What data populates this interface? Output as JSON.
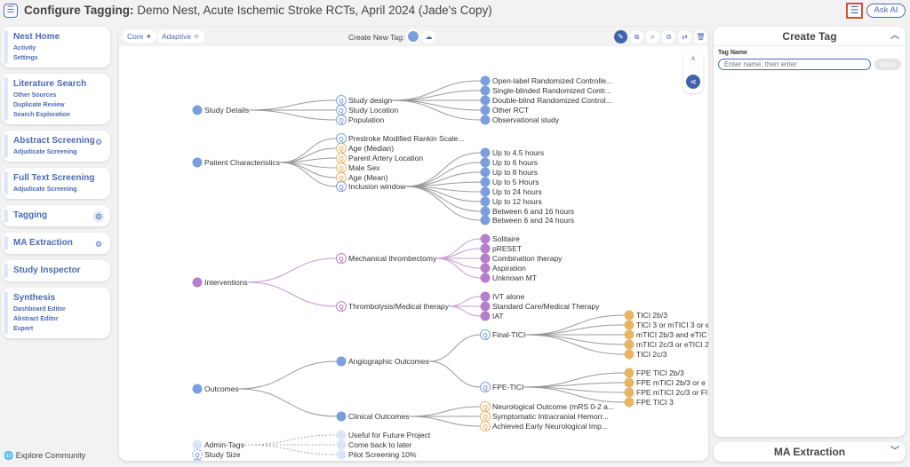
{
  "header": {
    "title_bold": "Configure Tagging:",
    "title_rest": " Demo Nest, Acute Ischemic Stroke RCTs, April 2024 (Jade's Copy)",
    "ask_ai": "Ask AI"
  },
  "sidebar": [
    {
      "title": "Nest Home",
      "subs": [
        "Activity",
        "Settings"
      ]
    },
    {
      "title": "Literature Search",
      "subs": [
        "Other Sources",
        "Duplicate Review",
        "Search Exploration"
      ]
    },
    {
      "title": "Abstract Screening",
      "subs": [
        "Adjudicate Screening"
      ],
      "gear": true
    },
    {
      "title": "Full Text Screening",
      "subs": [
        "Adjudicate Screening"
      ]
    },
    {
      "title": "Tagging",
      "subs": [],
      "gear": true,
      "active": true
    },
    {
      "title": "MA Extraction",
      "subs": [],
      "gear": true
    },
    {
      "title": "Study Inspector",
      "subs": []
    },
    {
      "title": "Synthesis",
      "subs": [
        "Dashboard Editor",
        "Abstract Editor",
        "Export"
      ]
    }
  ],
  "explore": "Explore Community",
  "toolbar": {
    "core": "Core",
    "adaptive": "Adaptive",
    "create_new_tag": "Create New Tag:",
    "icons": [
      "edit-icon",
      "copy-icon",
      "search-icon",
      "hide-icon",
      "swap-icon",
      "trash-icon"
    ]
  },
  "colors": {
    "blue": "#7b9fdc",
    "purple": "#b77fc9",
    "orange": "#e8b565",
    "light": "#dce6f7",
    "accent": "#4a6bb5"
  },
  "tree": [
    {
      "label": "Study Details",
      "kind": "tag",
      "color": "blue"
    },
    {
      "label": "Study design",
      "kind": "q",
      "color": "blue",
      "parent": 0
    },
    {
      "label": "Study Location",
      "kind": "q",
      "color": "blue",
      "parent": 0
    },
    {
      "label": "Population",
      "kind": "q",
      "color": "blue",
      "parent": 0
    },
    {
      "label": "Open-label Randomized Controlle...",
      "kind": "tag",
      "color": "blue",
      "parent": 1
    },
    {
      "label": "Single-blinded Randomized Contr...",
      "kind": "tag",
      "color": "blue",
      "parent": 1
    },
    {
      "label": "Double-blind Randomized Control...",
      "kind": "tag",
      "color": "blue",
      "parent": 1
    },
    {
      "label": "Other RCT",
      "kind": "tag",
      "color": "blue",
      "parent": 1
    },
    {
      "label": "Observational study",
      "kind": "tag",
      "color": "blue",
      "parent": 1
    },
    {
      "label": "Patient Characteristics",
      "kind": "tag",
      "color": "blue"
    },
    {
      "label": "Prestroke Modified Rankin Scale...",
      "kind": "q",
      "color": "blue",
      "parent": 9
    },
    {
      "label": "Age (Median)",
      "kind": "q",
      "color": "orange",
      "parent": 9
    },
    {
      "label": "Parent Artery Location",
      "kind": "q",
      "color": "orange",
      "parent": 9
    },
    {
      "label": "Male Sex",
      "kind": "q",
      "color": "orange",
      "parent": 9
    },
    {
      "label": "Age (Mean)",
      "kind": "q",
      "color": "orange",
      "parent": 9
    },
    {
      "label": "Inclusion window",
      "kind": "q",
      "color": "blue",
      "parent": 9
    },
    {
      "label": "Up to 4.5 hours",
      "kind": "tag",
      "color": "blue",
      "parent": 15
    },
    {
      "label": "Up to 6 hours",
      "kind": "tag",
      "color": "blue",
      "parent": 15
    },
    {
      "label": "Up to 8 hours",
      "kind": "tag",
      "color": "blue",
      "parent": 15
    },
    {
      "label": "Up to 5 Hours",
      "kind": "tag",
      "color": "blue",
      "parent": 15
    },
    {
      "label": "Up to 24 hours",
      "kind": "tag",
      "color": "blue",
      "parent": 15
    },
    {
      "label": "Up to 12 hours",
      "kind": "tag",
      "color": "blue",
      "parent": 15
    },
    {
      "label": "Between 6 and 16 hours",
      "kind": "tag",
      "color": "blue",
      "parent": 15
    },
    {
      "label": "Between 6 and 24 hours",
      "kind": "tag",
      "color": "blue",
      "parent": 15
    },
    {
      "label": "Interventions",
      "kind": "tag",
      "color": "purple"
    },
    {
      "label": "Mechanical thrombectomy",
      "kind": "q",
      "color": "purple",
      "parent": 24
    },
    {
      "label": "Solitaire",
      "kind": "tag",
      "color": "purple",
      "parent": 25
    },
    {
      "label": "pRESET",
      "kind": "tag",
      "color": "purple",
      "parent": 25
    },
    {
      "label": "Combination therapy",
      "kind": "tag",
      "color": "purple",
      "parent": 25
    },
    {
      "label": "Aspiration",
      "kind": "tag",
      "color": "purple",
      "parent": 25
    },
    {
      "label": "Unknown MT",
      "kind": "tag",
      "color": "purple",
      "parent": 25
    },
    {
      "label": "Thrombolysis/Medical therapy",
      "kind": "q",
      "color": "purple",
      "parent": 24
    },
    {
      "label": "IVT alone",
      "kind": "tag",
      "color": "purple",
      "parent": 31
    },
    {
      "label": "Standard Care/Medical Therapy",
      "kind": "tag",
      "color": "purple",
      "parent": 31
    },
    {
      "label": "IAT",
      "kind": "tag",
      "color": "purple",
      "parent": 31
    },
    {
      "label": "Outcomes",
      "kind": "tag",
      "color": "blue"
    },
    {
      "label": "Angiographic Outcomes",
      "kind": "tag",
      "color": "blue",
      "parent": 35
    },
    {
      "label": "Final-TICI",
      "kind": "q",
      "color": "blue",
      "parent": 36
    },
    {
      "label": "TICI 2b/3",
      "kind": "tag",
      "color": "orange",
      "parent": 37
    },
    {
      "label": "TICI 3 or mTICI 3 or e",
      "kind": "tag",
      "color": "orange",
      "parent": 37
    },
    {
      "label": "mTICI 2b/3 and eTIC",
      "kind": "tag",
      "color": "orange",
      "parent": 37
    },
    {
      "label": "mTICI 2c/3 or eTICI 2",
      "kind": "tag",
      "color": "orange",
      "parent": 37
    },
    {
      "label": "TICI 2c/3",
      "kind": "tag",
      "color": "orange",
      "parent": 37
    },
    {
      "label": "FPE-TICI",
      "kind": "q",
      "color": "blue",
      "parent": 36
    },
    {
      "label": "FPE TICI 2b/3",
      "kind": "tag",
      "color": "orange",
      "parent": 43
    },
    {
      "label": "FPE mTICI 2b/3 or e",
      "kind": "tag",
      "color": "orange",
      "parent": 43
    },
    {
      "label": "FPE mTICI 2c/3 or FI",
      "kind": "tag",
      "color": "orange",
      "parent": 43
    },
    {
      "label": "FPE TICI 3",
      "kind": "tag",
      "color": "orange",
      "parent": 43
    },
    {
      "label": "Clinical Outcomes",
      "kind": "tag",
      "color": "blue",
      "parent": 35
    },
    {
      "label": "Neurological Outcome (mRS 0-2 a...",
      "kind": "q",
      "color": "orange",
      "parent": 48
    },
    {
      "label": "Symptomatic Intracranial Hemorr...",
      "kind": "q",
      "color": "orange",
      "parent": 48
    },
    {
      "label": "Achieved Early Neurological Imp...",
      "kind": "q",
      "color": "orange",
      "parent": 48
    },
    {
      "label": "Admin-Tags",
      "kind": "tag",
      "color": "light"
    },
    {
      "label": "Useful for Future Project",
      "kind": "tag",
      "color": "light",
      "parent": 52
    },
    {
      "label": "Come back to later",
      "kind": "tag",
      "color": "light",
      "parent": 52
    },
    {
      "label": "Pilot Screening 10%",
      "kind": "tag",
      "color": "light",
      "parent": 52
    },
    {
      "label": "Study Size",
      "kind": "q",
      "color": "blue",
      "dashed": true
    },
    {
      "label": "Thrombolysis/Medical therapy",
      "kind": "q",
      "color": "blue"
    }
  ],
  "right_panel": {
    "title": "Create Tag",
    "tag_name_label": "Tag Name",
    "placeholder": "Enter name, then enter",
    "save": "Save"
  },
  "ma_panel": {
    "title": "MA Extraction"
  }
}
